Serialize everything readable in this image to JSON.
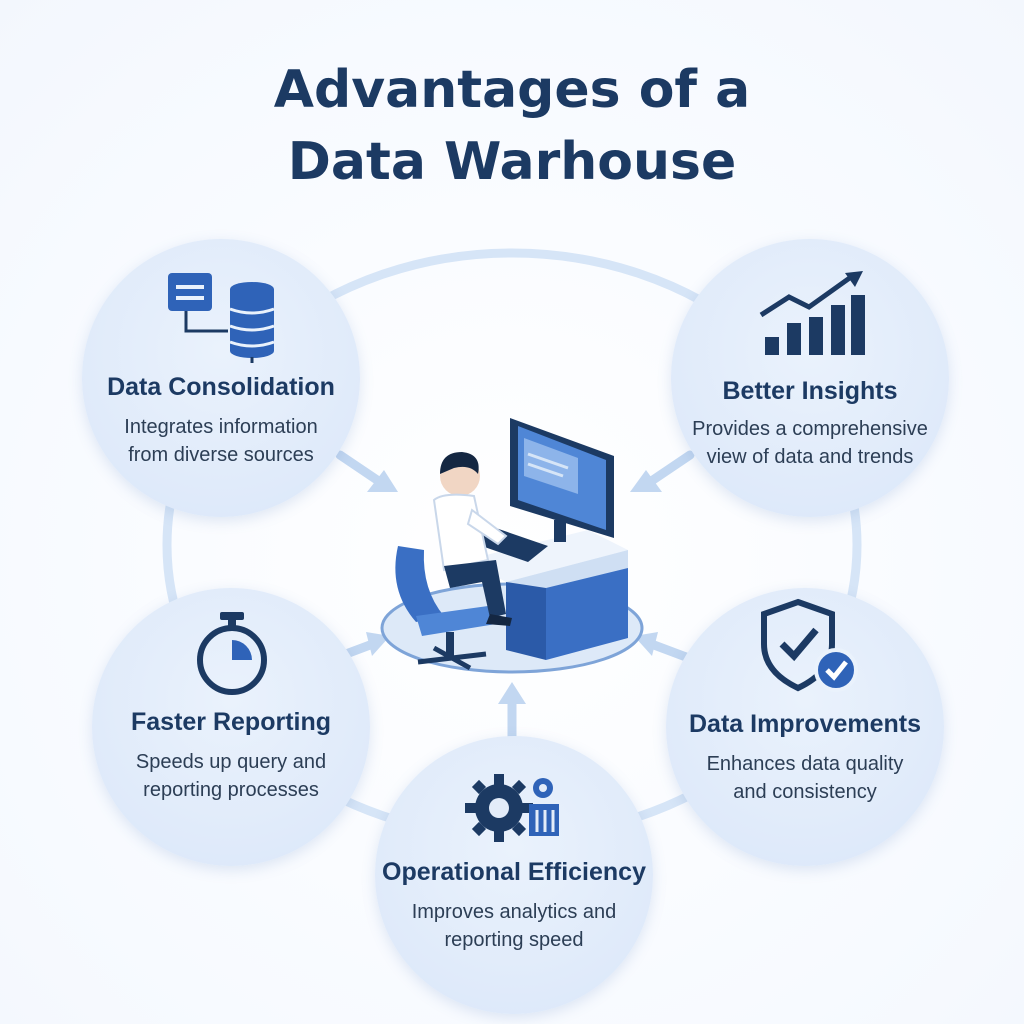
{
  "title": {
    "line1": "Advantages of a",
    "line2": "Data Warhouse"
  },
  "colors": {
    "navy": "#1c3a63",
    "accent": "#2f63b8",
    "circle_fill": "#dfeafa",
    "connector": "#cfe0f5"
  },
  "nodes": {
    "consolidation": {
      "icon": "database-icon",
      "title": "Data Consolidation",
      "desc1": "Integrates information",
      "desc2": "from diverse sources"
    },
    "insights": {
      "icon": "bar-chart-trend-icon",
      "title": "Better Insights",
      "desc1": "Provides a comprehensive",
      "desc2": "view of data and trends"
    },
    "reporting": {
      "icon": "stopwatch-icon",
      "title": "Faster Reporting",
      "desc1": "Speeds up query and",
      "desc2": "reporting processes"
    },
    "improvements": {
      "icon": "shield-check-icon",
      "title": "Data Improvements",
      "desc1": "Enhances data quality",
      "desc2": "and consistency"
    },
    "efficiency": {
      "icon": "gear-icon",
      "title": "Operational Efficiency",
      "desc1": "Improves analytics and",
      "desc2": "reporting speed"
    }
  },
  "center": {
    "illustration": "person-at-computer-illustration"
  }
}
